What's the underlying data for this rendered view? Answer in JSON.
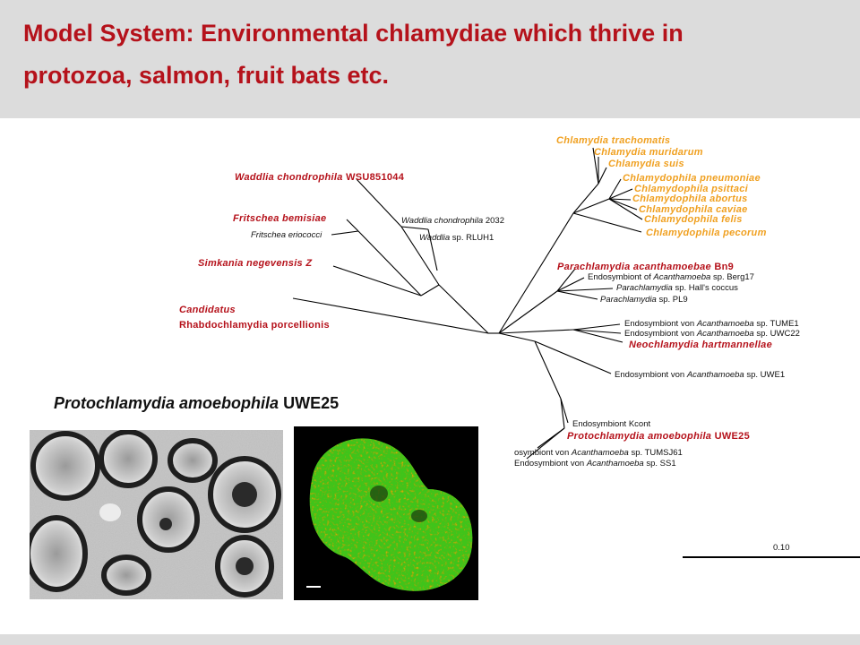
{
  "slide": {
    "title_line1": "Model System: Environmental chlamydiae which thrive in",
    "title_line2": "protozoa, salmon, fruit bats etc."
  },
  "tree": {
    "scale_label": "0.10",
    "left_clade": {
      "waddlia_chondrophila_wsu": {
        "genus": "Waddlia chondrophila",
        "strain": "WSU851044"
      },
      "waddlia_chondrophila_2032": {
        "genus": "Waddlia chondrophila",
        "strain": "2032"
      },
      "waddlia_rluh1": {
        "genus": "Waddlia",
        "strain": "sp. RLUH1"
      },
      "fritschea_bemisiae": "Fritschea bemisiae",
      "fritschea_eriococci": "Fritschea eriococci",
      "simkania": "Simkania negevensis Z",
      "candidatus_line1": "Candidatus",
      "candidatus_line2": "Rhabdochlamydia porcellionis"
    },
    "chlamydiaceae": {
      "labels": [
        "Chlamydia trachomatis",
        "Chlamydia muridarum",
        "Chlamydia suis",
        "Chlamydophila pneumoniae",
        "Chlamydophila psittaci",
        "Chlamydophila abortus",
        "Chlamydophila caviae",
        "Chlamydophila felis",
        "Chlamydophila pecorum"
      ]
    },
    "parachlamydia": {
      "header": {
        "italic": "Parachlamydia acanthamoebae",
        "suffix": "Bn9"
      },
      "berg17": {
        "prefix": "Endosymbiont of",
        "italic": "Acanthamoeba",
        "suffix": "sp. Berg17"
      },
      "halls_coccus": {
        "italic": "Parachlamydia",
        "suffix": "sp. Hall's coccus"
      },
      "pl9": {
        "italic": "Parachlamydia",
        "suffix": "sp. PL9"
      }
    },
    "neochlamydia": {
      "tume1": {
        "prefix": "Endosymbiont von",
        "italic": "Acanthamoeba",
        "suffix": "sp. TUME1"
      },
      "uwc22": {
        "prefix": "Endosymbiont von",
        "italic": "Acanthamoeba",
        "suffix": "sp. UWC22"
      },
      "header": "Neochlamydia hartmannellae"
    },
    "uwe1": {
      "prefix": "Endosymbiont von",
      "italic": "Acanthamoeba",
      "suffix": "sp. UWE1"
    },
    "protochlamydia": {
      "kcont": "Endosymbiont Kcont",
      "header": {
        "italic": "Protochlamydia amoebophila",
        "suffix": "UWE25"
      },
      "tumsj61": {
        "prefix": "osymbiont von",
        "italic": "Acanthamoeba",
        "suffix": "sp. TUMSJ61"
      },
      "ss1": {
        "prefix": "Endosymbiont von",
        "italic": "Acanthamoeba",
        "suffix": "sp. SS1"
      }
    }
  },
  "caption": {
    "italic": "Protochlamydia amoebophila",
    "strain": "UWE25"
  },
  "colors": {
    "accent_red": "#b5121b",
    "orange": "#f0a020",
    "header_bg": "#dcdcdc"
  }
}
